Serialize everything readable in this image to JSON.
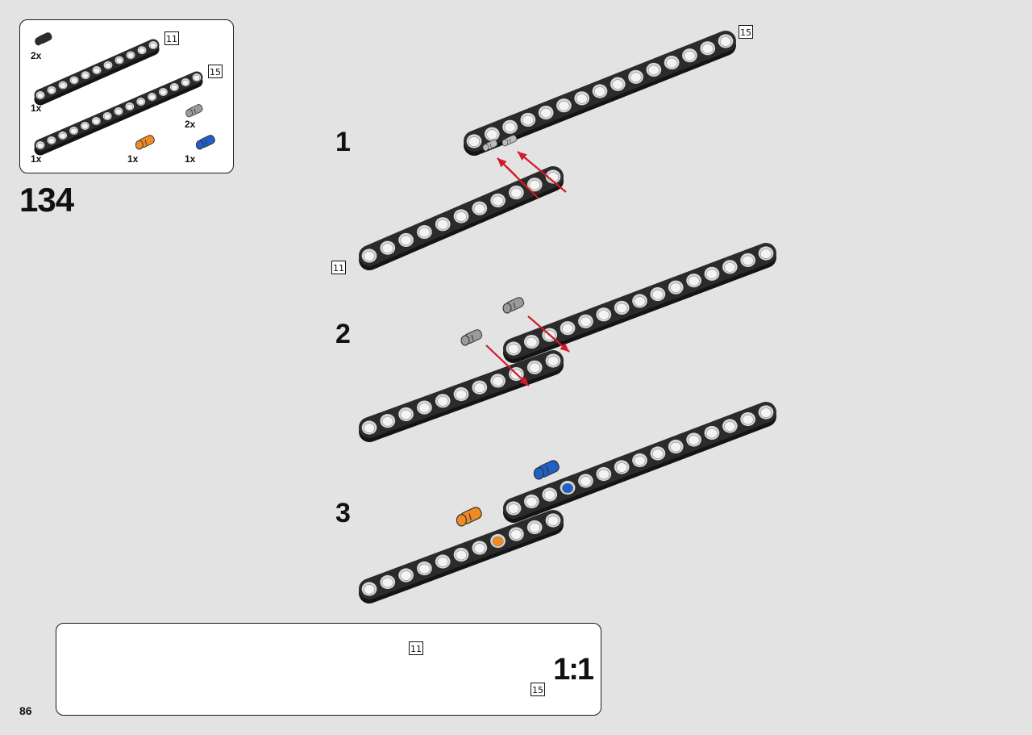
{
  "step": {
    "number": "134"
  },
  "parts_list": {
    "items": [
      {
        "name": "pin-black",
        "qty": "2x",
        "color": "#2b2b2b"
      },
      {
        "name": "beam-11",
        "qty": "1x",
        "length": "11"
      },
      {
        "name": "beam-15",
        "qty": "1x",
        "length": "15"
      },
      {
        "name": "pin-gray",
        "qty": "2x",
        "color": "#9a9a9a"
      },
      {
        "name": "axle-pin-orange",
        "qty": "1x",
        "color": "#f08a24"
      },
      {
        "name": "pin-blue",
        "qty": "1x",
        "color": "#1f5fc8"
      }
    ]
  },
  "substeps": [
    {
      "label": "1",
      "beam_tags": [
        "15",
        "11"
      ]
    },
    {
      "label": "2"
    },
    {
      "label": "3"
    }
  ],
  "scale_panel": {
    "label": "1:1",
    "beams": [
      {
        "length": "11"
      },
      {
        "length": "15"
      }
    ]
  },
  "page": {
    "number": "86"
  },
  "colors": {
    "background": "#e3e3e3",
    "beam": "#2b2b2b",
    "arrow": "#d11a2a",
    "pin_gray": "#9a9a9a",
    "orange": "#f08a24",
    "blue": "#1f5fc8"
  }
}
